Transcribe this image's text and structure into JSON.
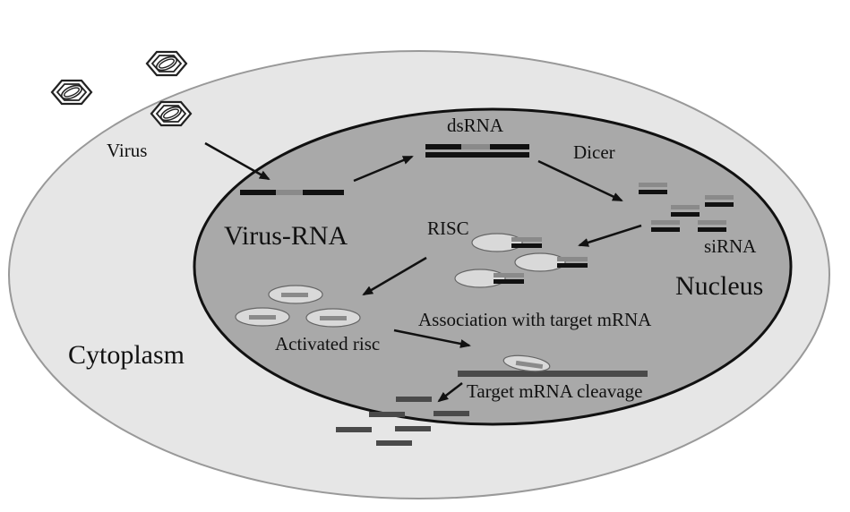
{
  "labels": {
    "virus": "Virus",
    "dsrna": "dsRNA",
    "dicer": "Dicer",
    "virus_rna": "Virus-RNA",
    "risc": "RISC",
    "sirna": "siRNA",
    "nucleus": "Nucleus",
    "association": "Association with target mRNA",
    "activated_risc": "Activated risc",
    "cytoplasm": "Cytoplasm",
    "cleavage": "Target mRNA cleavage"
  },
  "colors": {
    "cell_fill": "#e6e6e6",
    "nucleus_fill": "#a9a9a9",
    "strand_dark": "#111111",
    "strand_mid": "#8a8a8a",
    "mrna": "#4a4a4a",
    "risc_fill": "#d9d9d9"
  },
  "icons": [
    "virus-icon",
    "arrow-icon",
    "risc-complex-icon",
    "sirna-fragment-icon"
  ]
}
